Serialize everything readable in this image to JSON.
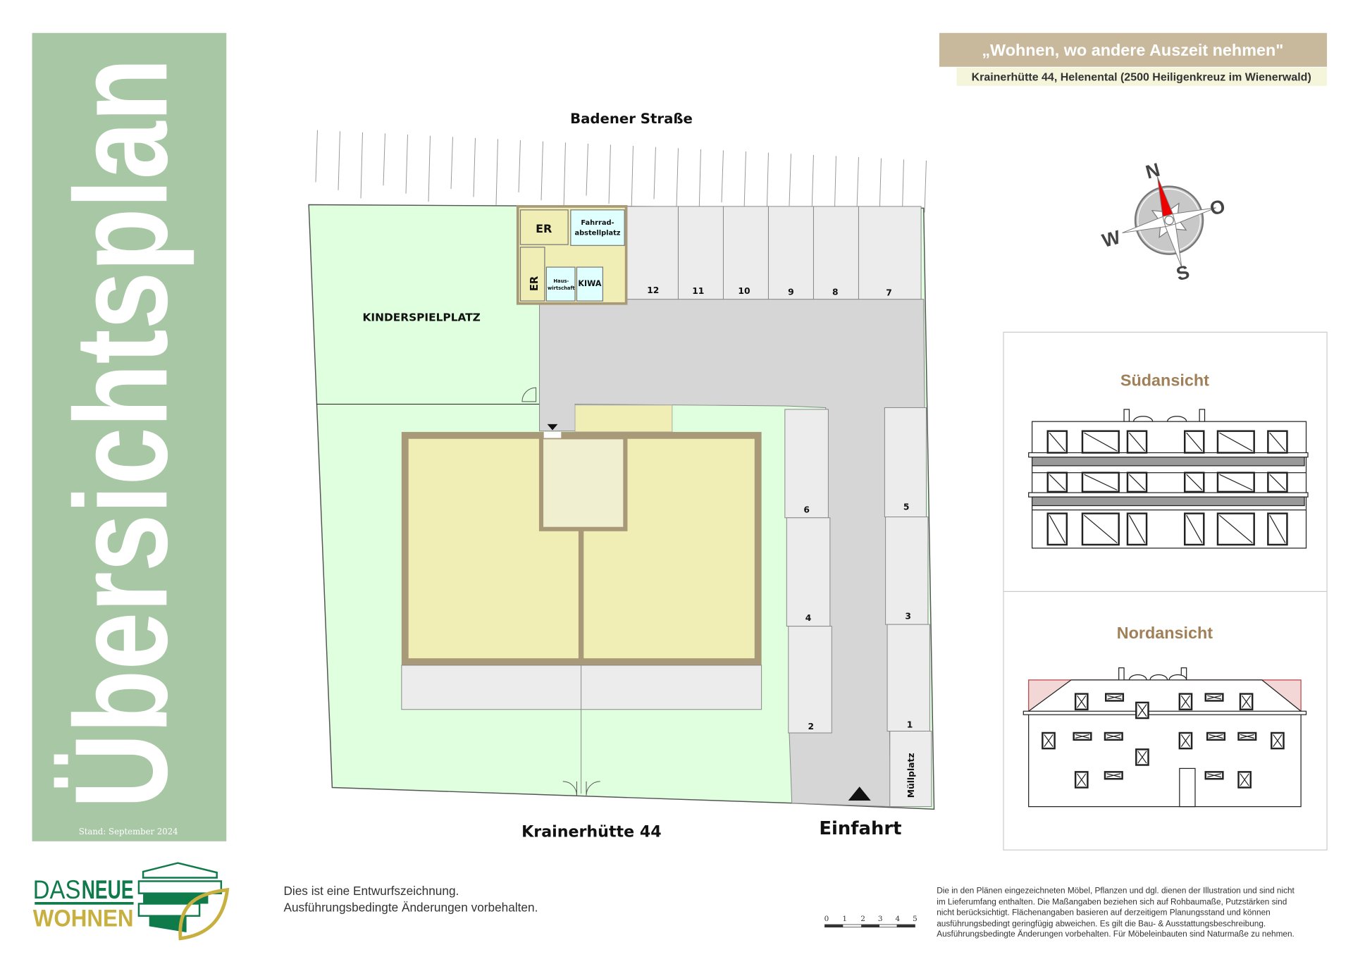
{
  "sidebar": {
    "title": "Übersichtsplan",
    "stand": "Stand: September 2024"
  },
  "header": {
    "slogan": "„Wohnen, wo andere Auszeit nehmen\"",
    "address": "Krainerhütte 44, Helenental (2500 Heiligenkreuz im Wienerwald)"
  },
  "plan": {
    "street_top": "Badener Straße",
    "street_bottom": "Krainerhütte 44",
    "entrance": "Einfahrt",
    "playground": "KINDERSPIELPLATZ",
    "rooms": {
      "er1": "ER",
      "er2": "ER",
      "bike_1": "Fahrrad-",
      "bike_2": "abstellplatz",
      "hw_1": "Haus-",
      "hw_2": "wirtschaft",
      "kiwa": "KIWA"
    },
    "parking_top": [
      "12",
      "11",
      "10",
      "9",
      "8",
      "7"
    ],
    "parking_left": [
      "6",
      "4",
      "2"
    ],
    "parking_right": [
      "5",
      "3",
      "1"
    ],
    "waste": "Müllplatz"
  },
  "compass": {
    "n": "N",
    "o": "O",
    "s": "S",
    "w": "W"
  },
  "elevations": {
    "south": "Südansicht",
    "north": "Nordansicht"
  },
  "logo": {
    "line1a": "DAS",
    "line1b": "NEUE",
    "line2": "WOHNEN"
  },
  "notes": {
    "line1": "Dies ist eine Entwurfszeichnung.",
    "line2": "Ausführungsbedingte Änderungen vorbehalten."
  },
  "scale": {
    "ticks": [
      "0",
      "1",
      "2",
      "3",
      "4",
      "5"
    ]
  },
  "disclaimer": [
    "Die in den Plänen eingezeichneten Möbel, Pflanzen und dgl. dienen der Illustration und sind nicht",
    "im Lieferumfang enthalten. Die Maßangaben beziehen sich auf Rohbaumaße, Putzstärken sind",
    "nicht berücksichtigt. Flächenangaben basieren auf derzeitigem Planungsstand und können",
    "ausführungsbedingt geringfügig abweichen. Es gilt die Bau- & Ausstattungsbeschreibung.",
    "Ausführungsbedingte Änderungen vorbehalten. Für Möbeleinbauten sind Naturmaße zu nehmen."
  ],
  "colors": {
    "sidebar": "#a7c7a5",
    "header": "#c8b89c",
    "subheader": "#f5f5dc",
    "lawn": "#dfffdf",
    "road": "#d6d6d6",
    "building": "#f0eeb4",
    "wall": "#a89a78",
    "accent_brown": "#a08058",
    "logo_green": "#0f7a4a",
    "logo_gold": "#c8b040"
  }
}
